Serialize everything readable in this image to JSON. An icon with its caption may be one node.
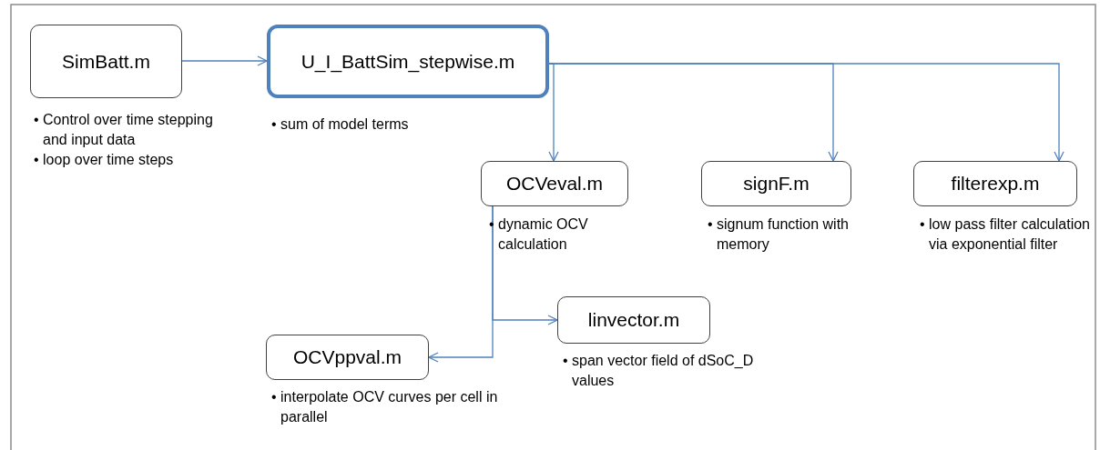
{
  "diagram": {
    "nodes": [
      {
        "text": [
          "SimBatt.m"
        ],
        "beside": [
          "• Control over time stepping and input data",
          "• loop over time steps"
        ]
      },
      {
        "text": [
          "U_I_BattSim_stepwise.m"
        ],
        "beside": [
          "• sum of model terms"
        ]
      },
      {
        "text": [
          "OCVeval.m"
        ],
        "beside": [
          "• dynamic OCV calculation"
        ]
      },
      {
        "text": [
          "signF.m"
        ],
        "beside": [
          "• signum function with memory"
        ]
      },
      {
        "text": [
          "filterexp.m"
        ],
        "beside": [
          "• low pass filter calculation via exponential filter"
        ]
      },
      {
        "text": [
          "OCVppval.m"
        ],
        "beside": [
          "• interpolate OCV curves per cell in parallel"
        ]
      },
      {
        "text": [
          "linvector.m"
        ],
        "beside": [
          "• span vector field of dSoC_D values"
        ]
      }
    ],
    "edges": [
      {
        "from": 0,
        "to": 1,
        "arrow": "to"
      },
      {
        "from": 1,
        "to": 2,
        "arrow": "to"
      },
      {
        "from": 1,
        "to": 3,
        "arrow": "to"
      },
      {
        "from": 1,
        "to": 4,
        "arrow": "to"
      },
      {
        "from": 2,
        "to": 5,
        "arrow": "to"
      },
      {
        "from": 2,
        "to": 6,
        "arrow": "to"
      }
    ]
  }
}
